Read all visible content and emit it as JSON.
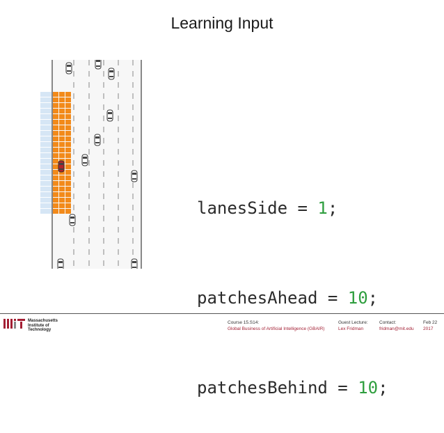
{
  "slide": {
    "title": "Learning Input"
  },
  "code": {
    "lines": [
      {
        "name": "lanesSide",
        "op": " = ",
        "value": "1",
        "end": ";"
      },
      {
        "name": "patchesAhead",
        "op": " = ",
        "value": "10",
        "end": ";"
      },
      {
        "name": "patchesBehind",
        "op": " = ",
        "value": "10",
        "end": ";"
      }
    ]
  },
  "footer": {
    "institute_name": "Massachusetts\nInstitute of\nTechnology",
    "course_label": "Course 15.S14:",
    "course_title": "Global Business of Artificial Intelligence (GBAIR)",
    "lecture_label": "Guest Lecture:",
    "lecturer": "Lex Fridman",
    "contact_label": "Contact:",
    "contact_email": "fridman@mit.edu",
    "date_month": "Feb 22",
    "date_year": "2017"
  },
  "colors": {
    "grid_orange": "#f28a1a",
    "grid_blue": "#d6e6f5",
    "ego_car": "#b0252c",
    "code_number": "#2e9e3e",
    "footer_red": "#a31f34"
  }
}
